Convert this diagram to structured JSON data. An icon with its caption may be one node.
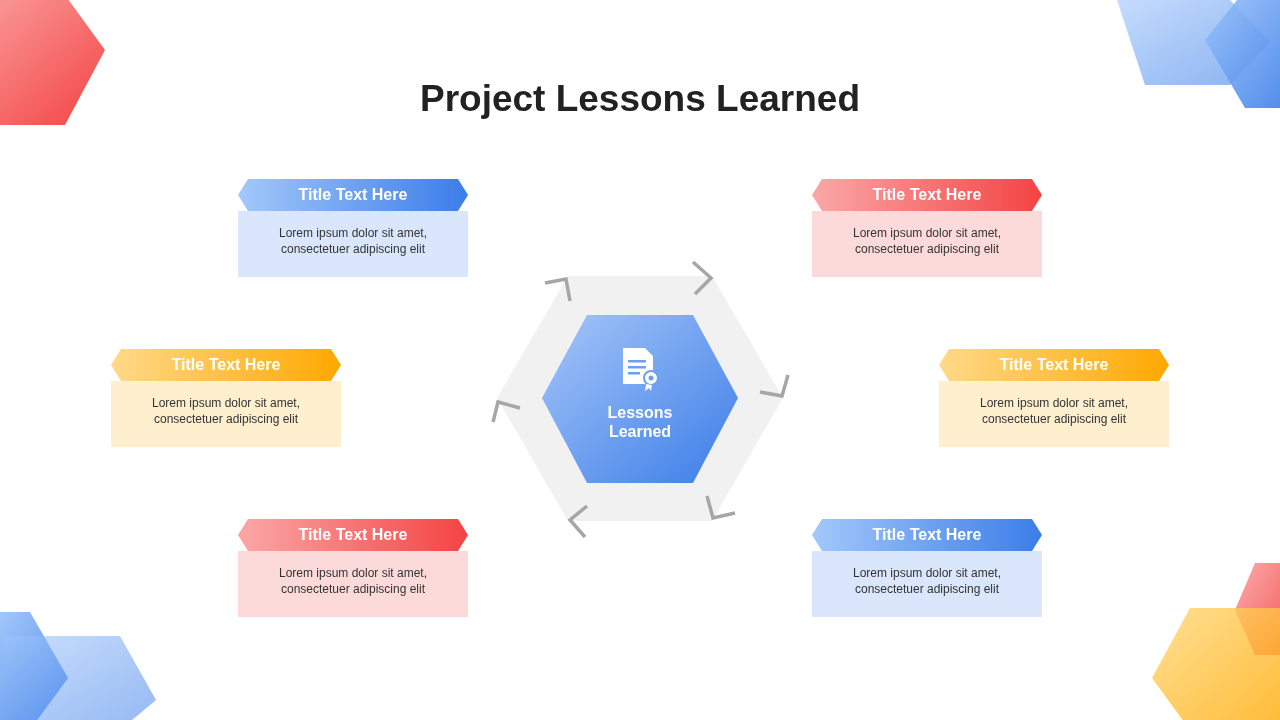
{
  "diagram": {
    "title": "Project Lessons Learned",
    "nodes": [
      {
        "text": [
          "Lessons Learned"
        ]
      },
      {
        "text": [
          "Title Text Here",
          "Lorem ipsum dolor sit amet, consectetuer adipiscing elit"
        ]
      },
      {
        "text": [
          "Title Text Here",
          "Lorem ipsum dolor sit amet, consectetuer adipiscing elit"
        ]
      },
      {
        "text": [
          "Title Text Here",
          "Lorem ipsum dolor sit amet, consectetuer adipiscing elit"
        ]
      },
      {
        "text": [
          "Title Text Here",
          "Lorem ipsum dolor sit amet, consectetuer adipiscing elit"
        ]
      },
      {
        "text": [
          "Title Text Here",
          "Lorem ipsum dolor sit amet, consectetuer adipiscing elit"
        ]
      },
      {
        "text": [
          "Title Text Here",
          "Lorem ipsum dolor sit amet, consectetuer adipiscing elit"
        ]
      }
    ]
  }
}
